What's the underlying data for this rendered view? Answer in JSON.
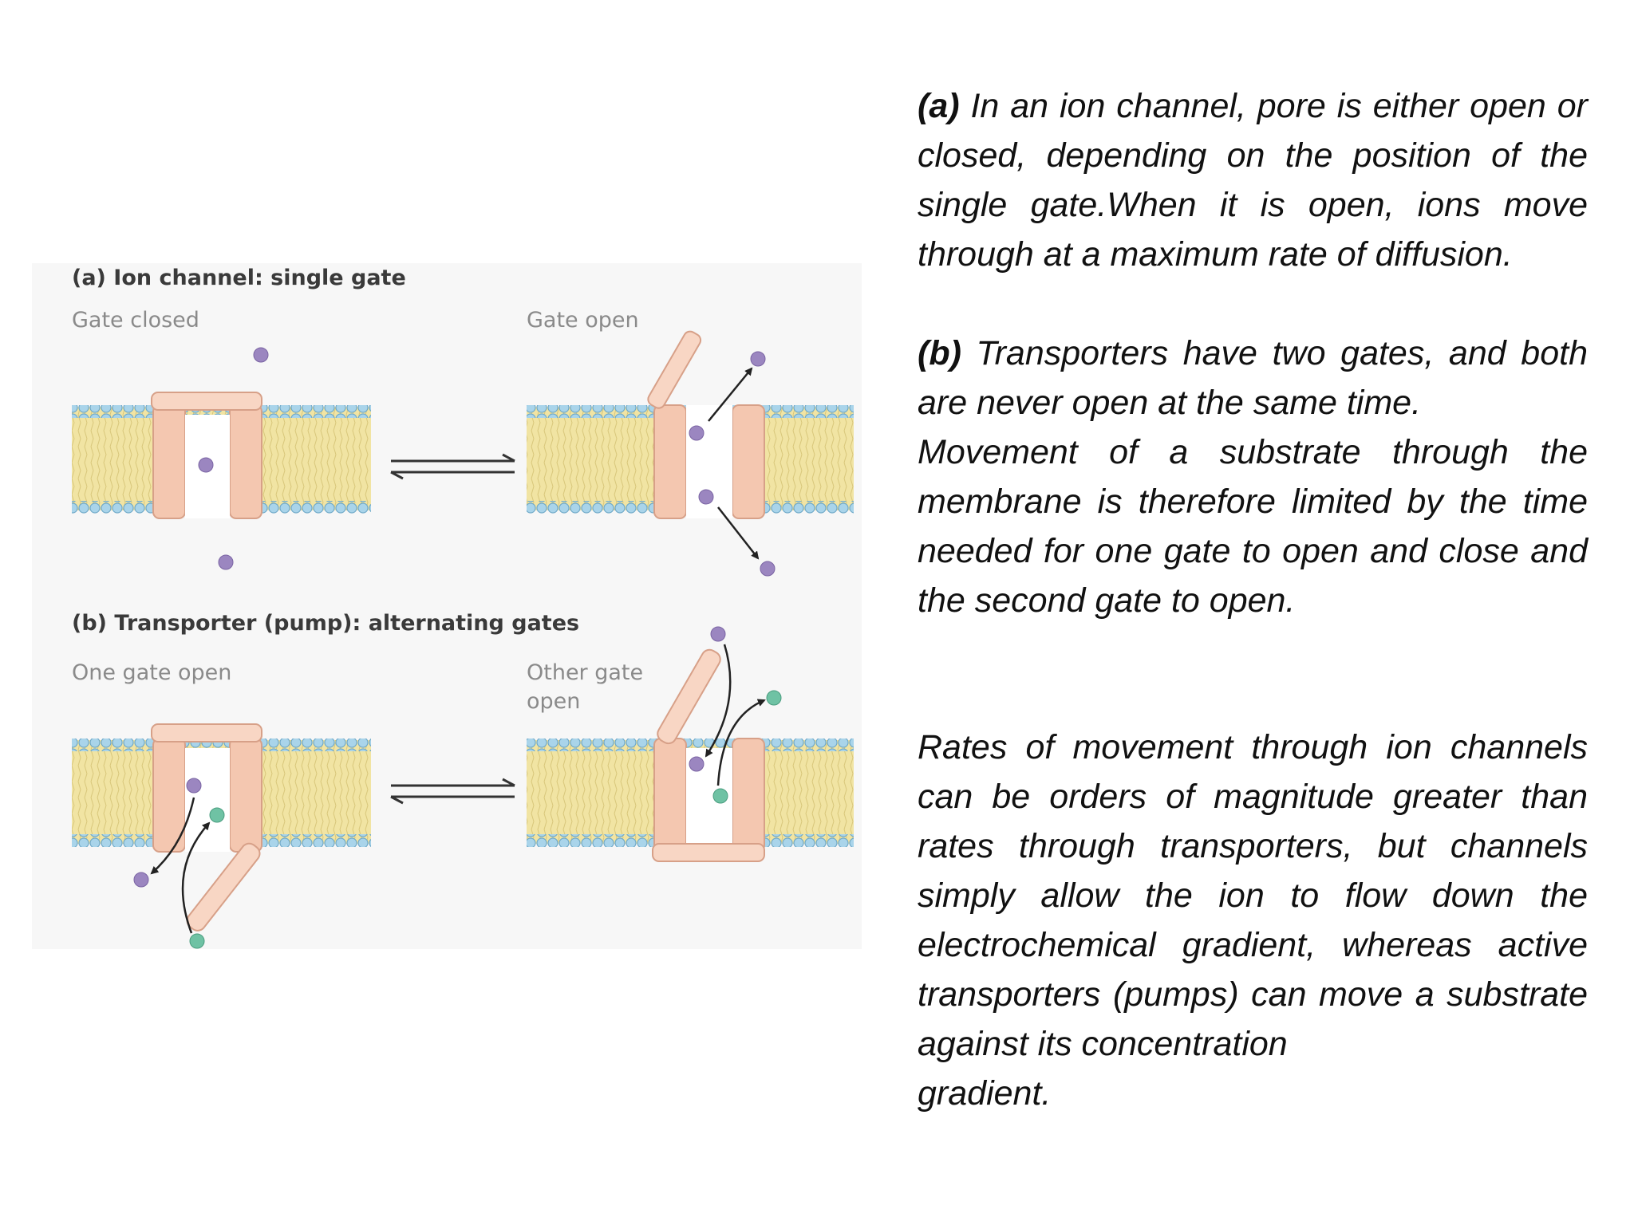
{
  "figure": {
    "part_a": {
      "title": "(a)  Ion channel: single gate",
      "left_state": "Gate closed",
      "right_state": "Gate open"
    },
    "part_b": {
      "title": "(b)  Transporter (pump): alternating gates",
      "left_state": "One gate open",
      "right_state_line1": "Other gate",
      "right_state_line2": "open"
    },
    "colors": {
      "lipid_head": "#a9d4ea",
      "lipid_core": "#f1e4a3",
      "protein": "#f4c7b0",
      "ion": "#9b86c0",
      "substrate": "#6fc2a4"
    }
  },
  "text": {
    "para_a_label": "(a)",
    "para_a_body": " In an ion channel, pore is either open or closed, depending on the position of the single gate.When it is open, ions move through at a maximum rate of diffusion.",
    "para_b_label": "(b)",
    "para_b_body": " Transporters have two gates, and both are never open at the same time.",
    "para_b_body2": "Movement of a substrate through the membrane is therefore limited by the time needed for one gate to open and close and the second gate to open.",
    "para_c": "Rates of movement through ion channels can be orders of magnitude greater than rates through transporters, but channels simply allow the ion to flow down the electrochemical gradient, whereas active transporters (pumps) can move a substrate against its concentration",
    "para_c_end": "gradient."
  }
}
